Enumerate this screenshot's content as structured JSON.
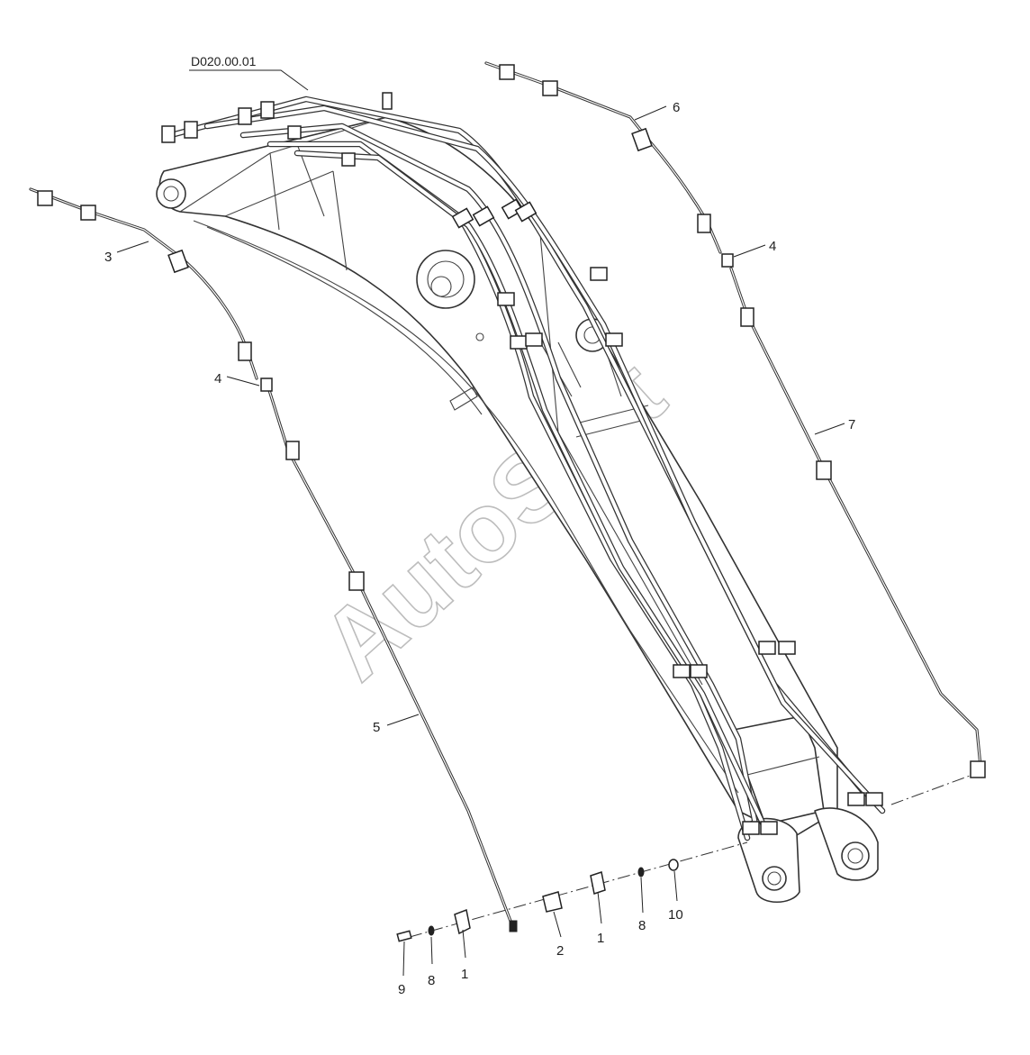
{
  "reference": "D020.00.01",
  "watermark": "AutoSoft",
  "callouts": {
    "c3": "3",
    "c4a": "4",
    "c5": "5",
    "c6": "6",
    "c4b": "4",
    "c7": "7",
    "c9": "9",
    "c8a": "8",
    "c1a": "1",
    "c2": "2",
    "c1b": "1",
    "c8b": "8",
    "c10": "10"
  }
}
